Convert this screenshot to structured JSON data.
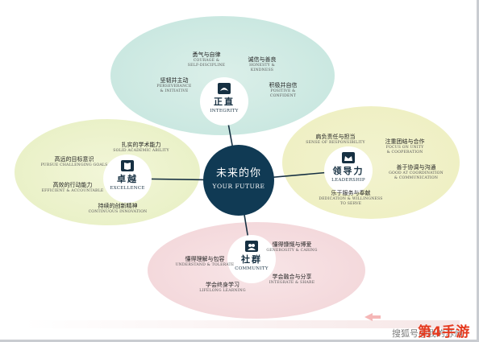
{
  "center": {
    "cn": "未来的你",
    "en": "YOUR FUTURE"
  },
  "hubs": {
    "integrity": {
      "cn": "正直",
      "en": "INTEGRITY"
    },
    "leadership": {
      "cn": "领导力",
      "en": "LEADERSHIP"
    },
    "excellence": {
      "cn": "卓越",
      "en": "EXCELLENCE"
    },
    "community": {
      "cn": "社群",
      "en": "COMMUNITY"
    }
  },
  "integrity": {
    "courage": {
      "cn": "勇气与自律",
      "en1": "COURAGE &",
      "en2": "SELF-DISCIPLINE"
    },
    "honesty": {
      "cn": "诚信与善良",
      "en1": "HONESTY &",
      "en2": "KINDNESS"
    },
    "persevere": {
      "cn": "坚韧并主动",
      "en1": "PERSEVERANCE",
      "en2": "& INITIATIVE"
    },
    "positive": {
      "cn": "积极并自信",
      "en1": "POSITIVE &",
      "en2": "CONFIDENT"
    }
  },
  "leadership": {
    "responsibility": {
      "cn": "肩负责任与担当",
      "en1": "SENSE OF RESPONSIBILITY"
    },
    "unity": {
      "cn": "注重团结与合作",
      "en1": "FOCUS ON UNITY",
      "en2": "& COOPERATION"
    },
    "coordination": {
      "cn": "善于协调与沟通",
      "en1": "GOOD AT COORDINATION",
      "en2": "& COMMUNICATION"
    },
    "dedication": {
      "cn": "乐于服务与奉献",
      "en1": "DEDICATION & WILLINGNESS",
      "en2": "TO SERVE"
    }
  },
  "excellence": {
    "academic": {
      "cn": "扎实的学术能力",
      "en1": "SOLID ACADEMIC ABILITY"
    },
    "goals": {
      "cn": "高远的目标意识",
      "en1": "PURSUE CHALLENGING GOALS"
    },
    "efficient": {
      "cn": "高效的行动能力",
      "en1": "EFFICIENT & ACCOUNTABLE"
    },
    "innovation": {
      "cn": "持续的创新精神",
      "en1": "CONTINUOUS INNOVATION"
    }
  },
  "community": {
    "generosity": {
      "cn": "懂得慷慨与博爱",
      "en1": "GENEROSITY & CARING"
    },
    "understand": {
      "cn": "懂得理解与包容",
      "en1": "UNDERSTAND & TOLERATE"
    },
    "integrate": {
      "cn": "学会融合与分享",
      "en1": "INTEGRATE & SHARE"
    },
    "lifelong": {
      "cn": "学会终身学习",
      "en1": "LIFELONG LEARNING"
    }
  },
  "watermark": {
    "source": "搜狐号@我的苏州",
    "logo": "第4手游"
  },
  "colors": {
    "center": "#103a54",
    "integrity_bg": "#cde9e2",
    "leadership_bg": "#eff0c4",
    "excellence_bg": "#eaf1c8",
    "community_bg": "#f4d9dc",
    "logo_red": "#e53a1f"
  }
}
